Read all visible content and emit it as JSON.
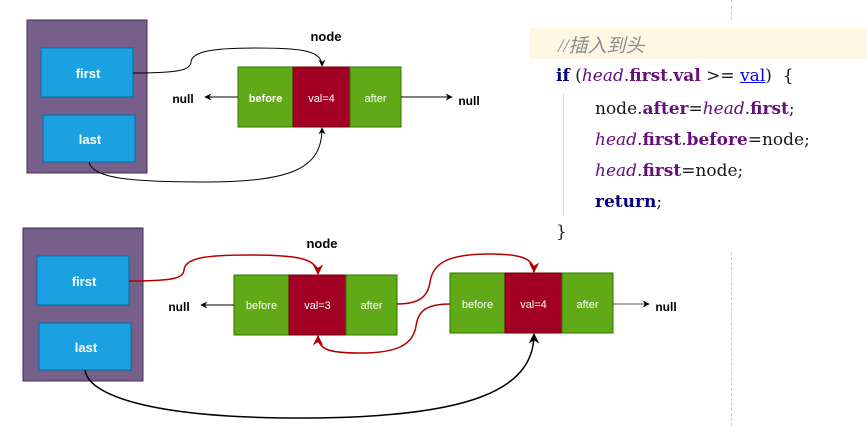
{
  "diagram": {
    "top": {
      "head_fields": [
        "first",
        "last"
      ],
      "node_label": "node",
      "node": {
        "before": "before",
        "val": "val=4",
        "after": "after"
      },
      "null_left": "null",
      "null_right": "null"
    },
    "bottom": {
      "head_fields": [
        "first",
        "last"
      ],
      "node_label": "node",
      "new_node": {
        "before": "before",
        "val": "val=3",
        "after": "after"
      },
      "old_node": {
        "before": "before",
        "val": "val=4",
        "after": "after"
      },
      "null_left": "null",
      "null_right": "null"
    },
    "colors": {
      "head_container": "#76608a",
      "head_field": "#1ba1e2",
      "node_green": "#60a917",
      "node_red": "#a20025",
      "link_changed": "#b20000",
      "link_default": "#000000"
    }
  },
  "code": {
    "comment": "//插入到头",
    "lines": [
      {
        "tokens": [
          [
            "kw",
            "if"
          ],
          [
            "plain",
            " ("
          ],
          [
            "static",
            "head"
          ],
          [
            "plain",
            "."
          ],
          [
            "field",
            "first"
          ],
          [
            "plain",
            "."
          ],
          [
            "field",
            "val"
          ],
          [
            "plain",
            " >= "
          ],
          [
            "param",
            "val"
          ],
          [
            "plain",
            ")  {"
          ]
        ]
      },
      {
        "tokens": [
          [
            "plain",
            "node."
          ],
          [
            "field",
            "after"
          ],
          [
            "plain",
            "="
          ],
          [
            "static",
            "head"
          ],
          [
            "plain",
            "."
          ],
          [
            "field",
            "first"
          ],
          [
            "plain",
            ";"
          ]
        ]
      },
      {
        "tokens": [
          [
            "static",
            "head"
          ],
          [
            "plain",
            "."
          ],
          [
            "field",
            "first"
          ],
          [
            "plain",
            "."
          ],
          [
            "field",
            "before"
          ],
          [
            "plain",
            "=node;"
          ]
        ]
      },
      {
        "tokens": [
          [
            "static",
            "head"
          ],
          [
            "plain",
            "."
          ],
          [
            "field",
            "first"
          ],
          [
            "plain",
            "=node;"
          ]
        ]
      },
      {
        "tokens": [
          [
            "kw",
            "return"
          ],
          [
            "plain",
            ";"
          ]
        ]
      },
      {
        "tokens": [
          [
            "plain",
            "}"
          ]
        ]
      }
    ]
  }
}
